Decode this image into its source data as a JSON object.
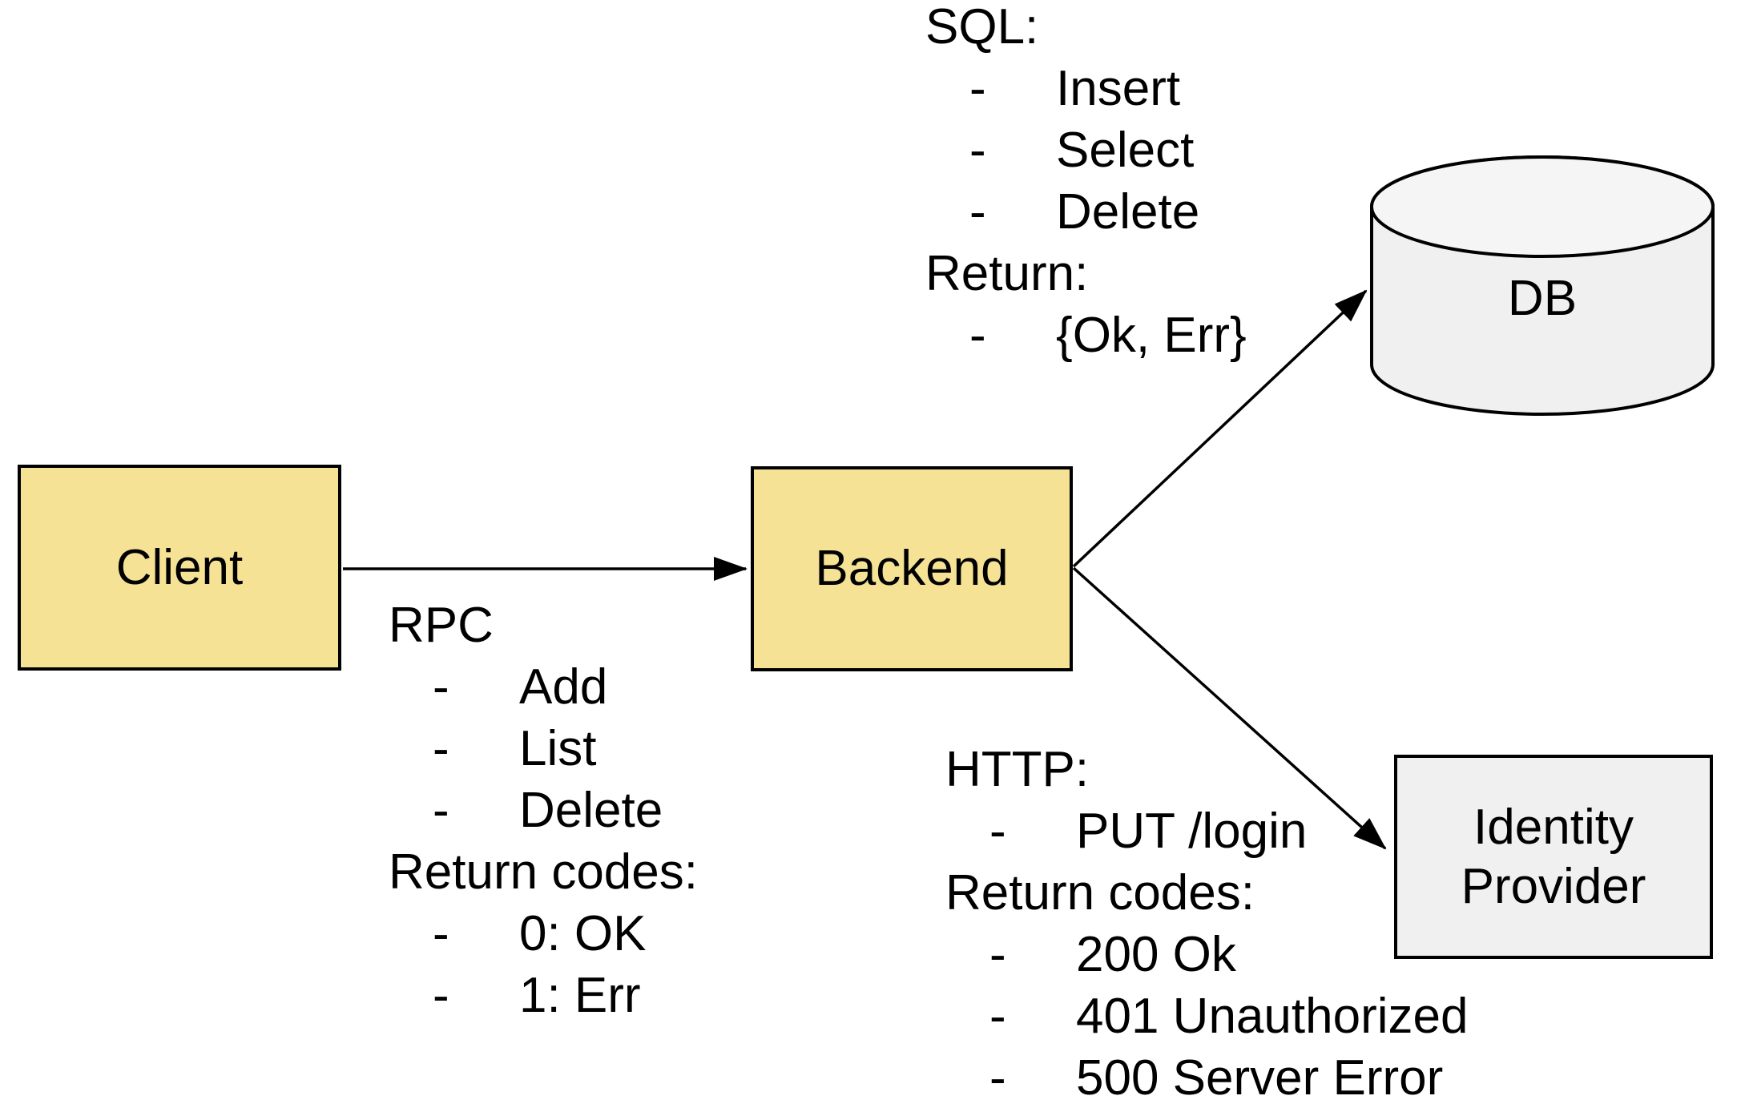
{
  "colors": {
    "background": "#FFFFFF",
    "node_fill_yellow": "#F6E294",
    "node_fill_gray_body": "#F0F0F0",
    "node_fill_gray_top": "#F5F5F5",
    "stroke": "#000000",
    "text": "#000000"
  },
  "nodes": {
    "client": {
      "label": "Client",
      "shape": "rectangle"
    },
    "backend": {
      "label": "Backend",
      "shape": "rectangle"
    },
    "db": {
      "label": "DB",
      "shape": "cylinder"
    },
    "identity_provider": {
      "label": "Identity Provider",
      "shape": "rectangle"
    }
  },
  "edges": [
    {
      "from": "client",
      "to": "backend"
    },
    {
      "from": "backend",
      "to": "db"
    },
    {
      "from": "backend",
      "to": "identity_provider"
    }
  ],
  "ui": {
    "bullet": "-"
  },
  "annotations": {
    "rpc": {
      "title": "RPC",
      "items": [
        "Add",
        "List",
        "Delete"
      ],
      "subtitle": "Return codes:",
      "subitems": [
        "0: OK",
        "1: Err"
      ]
    },
    "sql": {
      "title": "SQL:",
      "items": [
        "Insert",
        "Select",
        "Delete"
      ],
      "subtitle": "Return:",
      "subitems": [
        "{Ok, Err}"
      ]
    },
    "http": {
      "title": "HTTP:",
      "items": [
        "PUT /login"
      ],
      "subtitle": "Return codes:",
      "subitems": [
        "200 Ok",
        "401 Unauthorized",
        "500 Server Error"
      ]
    }
  }
}
